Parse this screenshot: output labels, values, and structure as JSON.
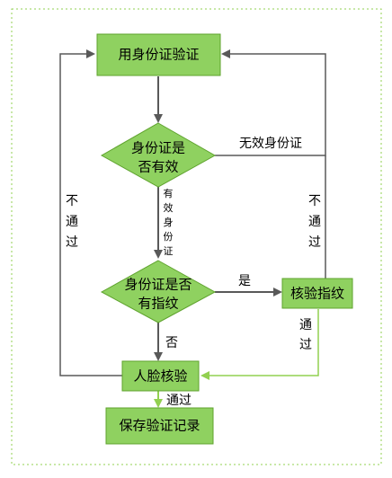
{
  "colors": {
    "node_fill": "#8fd160",
    "node_stroke": "#5fa32e",
    "edge_dark": "#595959",
    "edge_green": "#92d050",
    "frame": "#92d050"
  },
  "nodes": {
    "id_verify": "用身份证验证",
    "valid_q_line1": "身份证是",
    "valid_q_line2": "否有效",
    "fp_q_line1": "身份证是否",
    "fp_q_line2": "有指纹",
    "fp_verify": "核验指纹",
    "face_verify": "人脸核验",
    "save_record": "保存验证记录"
  },
  "edges": {
    "invalid_id": "无效身份证",
    "valid_id": [
      "有",
      "效",
      "身",
      "份",
      "证"
    ],
    "left_fail": [
      "不",
      "通",
      "过"
    ],
    "right_fail": [
      "不",
      "通",
      "过"
    ],
    "yes": "是",
    "no": "否",
    "fp_pass": [
      "通",
      "过"
    ],
    "face_pass": "通过"
  }
}
